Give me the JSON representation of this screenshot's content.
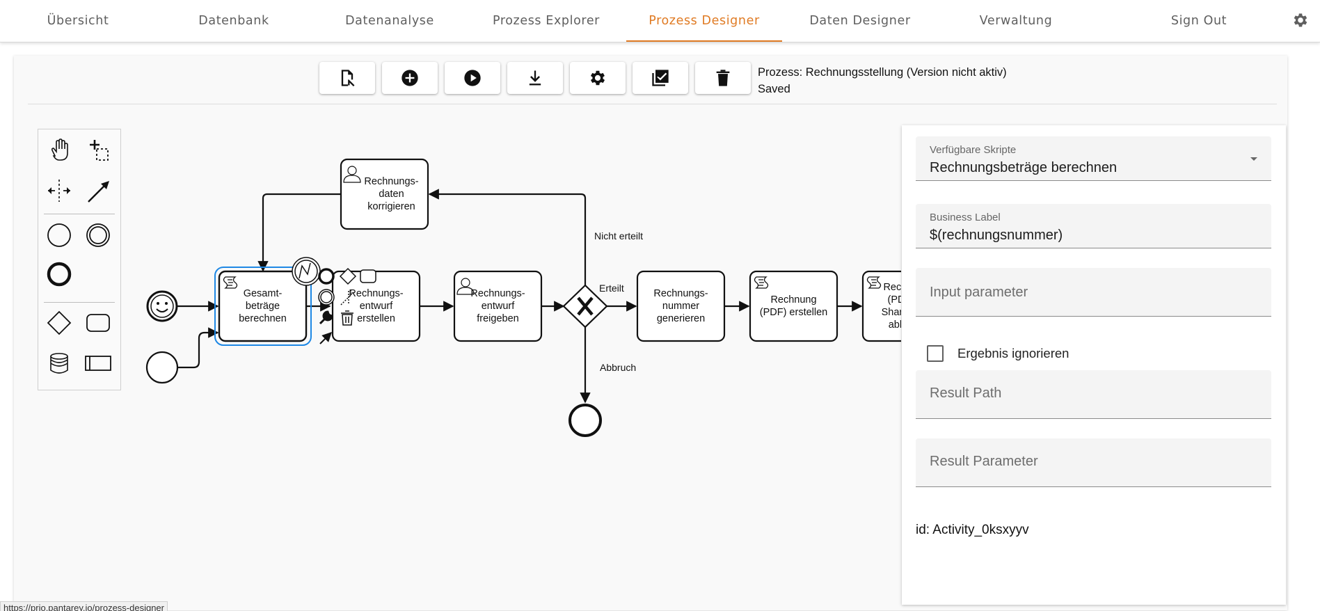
{
  "nav": {
    "items": [
      "Übersicht",
      "Datenbank",
      "Datenanalyse",
      "Prozess Explorer",
      "Prozess Designer",
      "Daten Designer",
      "Verwaltung"
    ],
    "sign_out": "Sign Out",
    "active": "Prozess Designer",
    "accent_color": "#e07b24"
  },
  "toolbar": {
    "buttons": [
      "open-file-icon",
      "add-circle-icon",
      "play-icon",
      "download-icon",
      "gear-icon",
      "checklist-icon",
      "trash-icon"
    ],
    "process_title": "Prozess: Rechnungsstellung (Version nicht aktiv)",
    "save_status": "Saved"
  },
  "palette": {
    "tools": [
      "hand-tool-icon",
      "lasso-tool-icon",
      "space-tool-icon",
      "connect-tool-icon",
      "start-event-icon",
      "intermediate-event-icon",
      "end-event-icon",
      "gateway-icon",
      "task-icon",
      "data-store-icon",
      "pool-icon"
    ]
  },
  "diagram": {
    "tasks": {
      "gesamtbetraege": "Gesamt-\nbeträge\nberechnen",
      "korrigieren": "Rechnungs-\ndaten\nkorrigieren",
      "entwurf_erstellen": "Rechnungs-\nentwurf\nerstellen",
      "freigeben": "Rechnungs-\nentwurf\nfreigeben",
      "nummer": "Rechnungs-\nnummer\ngenerieren",
      "pdf": "Rechnung\n(PDF) erstellen",
      "sharepoint": "Rechnung\n(PDF) in\nSharePoint\nablegen"
    },
    "edge_labels": {
      "nicht_erteilt": "Nicht erteilt",
      "erteilt": "Erteilt",
      "abbruch": "Abbruch"
    },
    "selection_color": "#1e88e5"
  },
  "properties": {
    "script_select": {
      "label": "Verfügbare Skripte",
      "value": "Rechnungsbeträge berechnen"
    },
    "business_label": {
      "label": "Business Label",
      "value": "$(rechnungsnummer)"
    },
    "input_parameter": {
      "placeholder": "Input parameter"
    },
    "ignore_result": {
      "label": "Ergebnis ignorieren",
      "checked": false
    },
    "result_path": {
      "placeholder": "Result Path"
    },
    "result_parameter": {
      "placeholder": "Result Parameter"
    },
    "element_id": "id: Activity_0ksxyyv"
  },
  "status_url": "https://prio.pantarey.io/prozess-designer"
}
